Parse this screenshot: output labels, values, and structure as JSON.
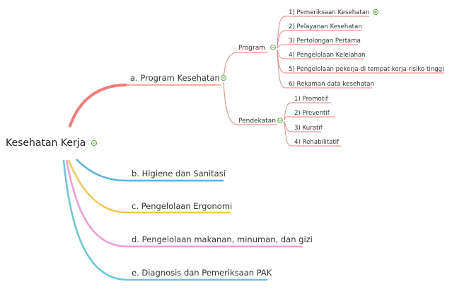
{
  "root": {
    "label": "Kesehatan Kerja",
    "collapse_icon": "minus-circle-icon"
  },
  "colors": {
    "red": "#f47a7a",
    "blue": "#55b3e3",
    "yellow": "#f8c64c",
    "pink": "#f19ad6",
    "cyan": "#63c7dd",
    "leaf": "#7a8fa6",
    "toggle": "#5bab3e"
  },
  "branches": [
    {
      "label": "a. Program Kesehatan",
      "collapse_icon": "minus-circle-icon",
      "children": [
        {
          "label": "Program",
          "collapse_icon": "minus-circle-icon",
          "children": [
            {
              "label": "1) Pemeriksaan Kesehatan",
              "expand_icon": "plus-circle-icon"
            },
            {
              "label": "2) Pelayanan Kesehatan"
            },
            {
              "label": "3) Pertolongan Pertama"
            },
            {
              "label": "4) Pengelolaan Kelelahan"
            },
            {
              "label": "5) Pengelolaan pekerja di tempat kerja risiko tinggi"
            },
            {
              "label": "6) Rekaman data kesehatan"
            }
          ]
        },
        {
          "label": "Pendekatan",
          "collapse_icon": "minus-circle-icon",
          "children": [
            {
              "label": "1) Promotif"
            },
            {
              "label": "2) Preventif"
            },
            {
              "label": "3) Kuratif"
            },
            {
              "label": "4) Rehabilitatif"
            }
          ]
        }
      ]
    },
    {
      "label": "b. Higiene dan Sanitasi"
    },
    {
      "label": "c. Pengelolaan Ergonomi"
    },
    {
      "label": "d. Pengelolaan makanan, minuman, dan gizi"
    },
    {
      "label": "e. Diagnosis dan Pemeriksaan PAK"
    }
  ]
}
